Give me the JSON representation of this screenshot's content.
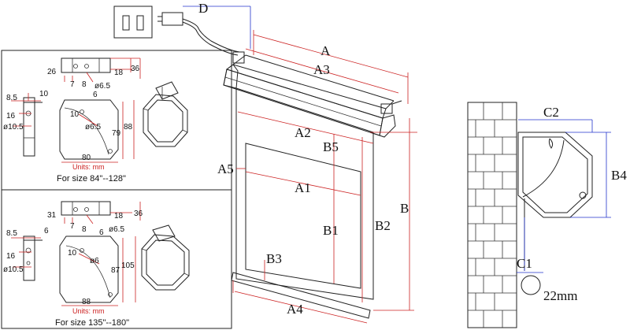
{
  "main_labels": {
    "A": "A",
    "A1": "A1",
    "A2": "A2",
    "A3": "A3",
    "A4": "A4",
    "A5": "A5",
    "B": "B",
    "B1": "B1",
    "B2": "B2",
    "B3": "B3",
    "B4": "B4",
    "B5": "B5",
    "C1": "C1",
    "C2": "C2",
    "D": "D",
    "weight": "22mm"
  },
  "panel_top": {
    "dims": [
      "26",
      "7",
      "8",
      "ø6.5",
      "18",
      "36",
      "8.5",
      "10",
      "6",
      "16",
      "ø10.5",
      "10",
      "ø6.5",
      "79",
      "88",
      "80"
    ],
    "units": "Units: mm",
    "caption": "For size 84\"--128\""
  },
  "panel_bottom": {
    "dims": [
      "31",
      "7",
      "8",
      "ø6.5",
      "18",
      "36",
      "8.5",
      "6",
      "6",
      "16",
      "ø10.5",
      "10",
      "ø6",
      "87",
      "105",
      "88"
    ],
    "units": "Units: mm",
    "caption": "For size 135\"--180\""
  }
}
